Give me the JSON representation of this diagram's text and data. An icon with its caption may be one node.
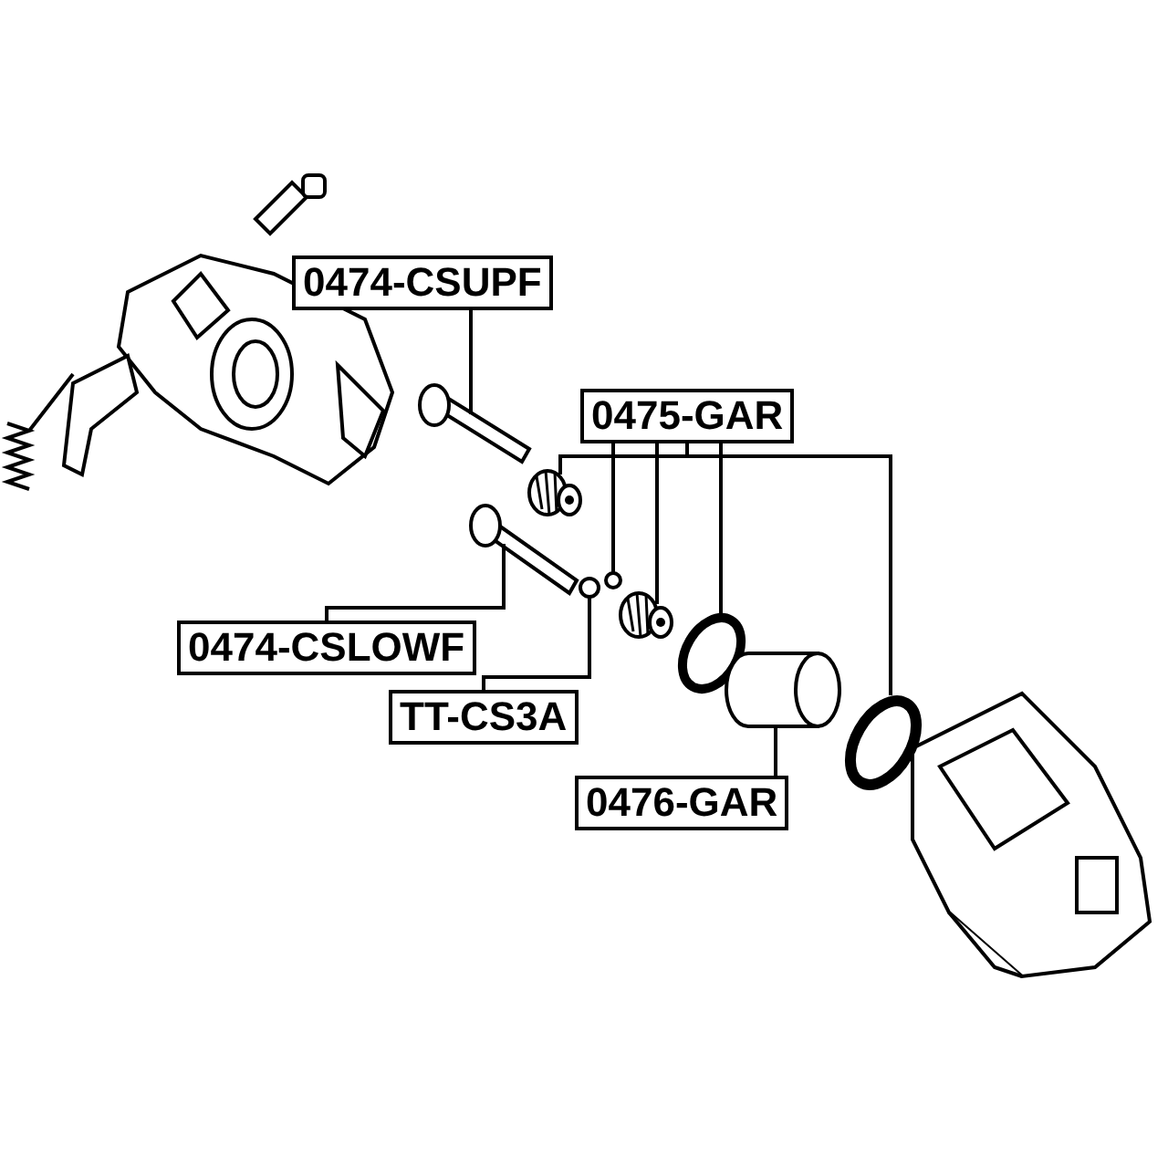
{
  "diagram": {
    "nodes": [
      {
        "text": [
          "0474-CSUPF"
        ]
      },
      {
        "text": [],
        "shape": "picture"
      },
      {
        "text": [
          "0475-GAR"
        ]
      },
      {
        "text": [],
        "shape": "picture"
      },
      {
        "text": [],
        "shape": "circle"
      },
      {
        "text": [],
        "shape": "picture"
      },
      {
        "text": [],
        "shape": "circle"
      },
      {
        "text": [],
        "shape": "circle"
      },
      {
        "text": [
          "0474-CSLOWF"
        ]
      },
      {
        "text": [],
        "shape": "picture"
      },
      {
        "text": [
          "TT-CS3A"
        ]
      },
      {
        "text": [],
        "shape": "circle"
      },
      {
        "text": [
          "0476-GAR"
        ]
      },
      {
        "text": [],
        "shape": "cylinder"
      }
    ],
    "edges": [
      {
        "from": 0,
        "to": 1,
        "arrow": "none"
      },
      {
        "from": 2,
        "to": 3,
        "arrow": "none"
      },
      {
        "from": 2,
        "to": 4,
        "arrow": "none"
      },
      {
        "from": 2,
        "to": 5,
        "arrow": "none"
      },
      {
        "from": 2,
        "to": 6,
        "arrow": "none"
      },
      {
        "from": 2,
        "to": 7,
        "arrow": "none"
      },
      {
        "from": 8,
        "to": 9,
        "arrow": "none"
      },
      {
        "from": 10,
        "to": 11,
        "arrow": "none"
      },
      {
        "from": 12,
        "to": 13,
        "arrow": "none"
      }
    ]
  }
}
